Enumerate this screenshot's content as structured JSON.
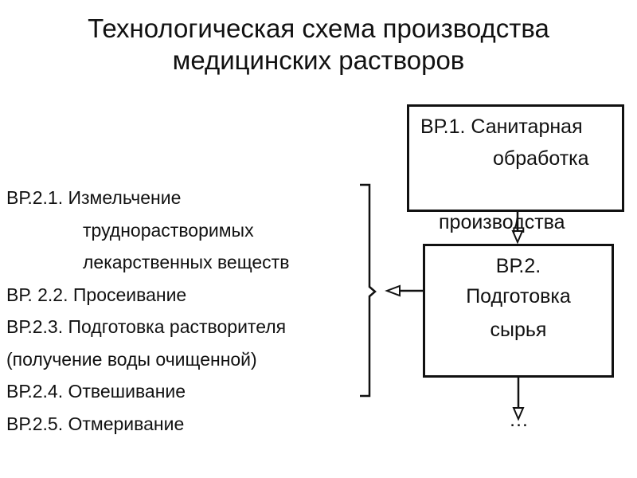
{
  "title": {
    "line1": "Технологическая схема производства",
    "line2": "медицинских растворов"
  },
  "box1": {
    "line1": "ВР.1. Санитарная",
    "line2": "обработка"
  },
  "overlap_text": "производства",
  "box2": {
    "line1": "ВР.2.",
    "line2": "Подготовка",
    "line3": "сырья"
  },
  "list": {
    "item1_line1": "ВР.2.1. Измельчение",
    "item1_line2": "труднорастворимых",
    "item1_line3": "лекарственных веществ",
    "item2": "ВР. 2.2. Просеивание",
    "item3_line1": "ВР.2.3. Подготовка растворителя",
    "item3_line2": "(получение воды очищенной)",
    "item4": "ВР.2.4. Отвешивание",
    "item5": "ВР.2.5. Отмеривание"
  },
  "continuation": "…"
}
